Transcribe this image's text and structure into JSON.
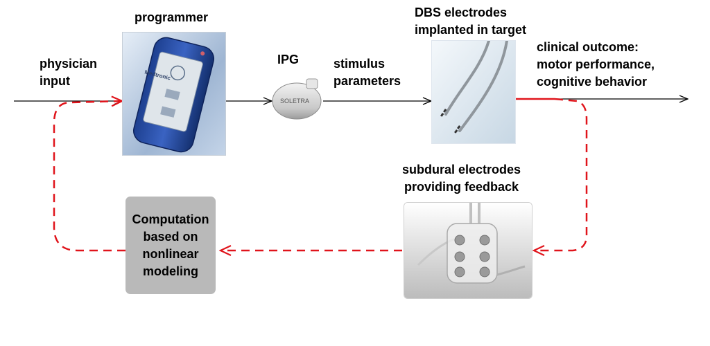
{
  "labels": {
    "physician_input": "physician\ninput",
    "programmer": "programmer",
    "ipg": "IPG",
    "stimulus_parameters": "stimulus\nparameters",
    "dbs_electrodes": "DBS electrodes\nimplanted in target",
    "clinical_outcome": "clinical outcome:\nmotor performance,\ncognitive behavior",
    "subdural_electrodes": "subdural electrodes\nproviding feedback",
    "computation": "Computation\nbased on\nnonlinear\nmodeling"
  },
  "device_text": {
    "brand": "Medtronic",
    "ipg_model": "SOLETRA"
  },
  "colors": {
    "signal_arrow": "#000000",
    "feedback_loop": "#e0141b",
    "computation_box": "#b9b9b9"
  }
}
